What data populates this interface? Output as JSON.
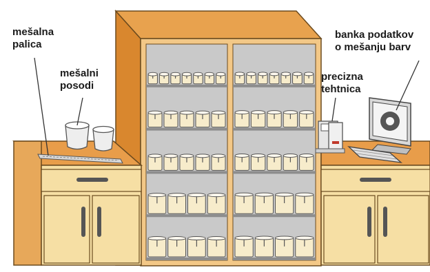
{
  "labels": {
    "mixing_stick": [
      "mešalna",
      "palica"
    ],
    "mixing_containers": [
      "mešalni",
      "posodi"
    ],
    "precision_scale": [
      "precizna",
      "tehtnica"
    ],
    "color_database": [
      "banka podatkov",
      "o mešanju barv"
    ]
  },
  "colors": {
    "cabinet_light": "#f6dfa4",
    "cabinet_mid": "#e8b866",
    "cabinet_side": "#d9872e",
    "countertop": "#e89d4a",
    "shelf_interior": "#c9c9c9",
    "tin": "#f7eccb",
    "outline": "#6b4a1e",
    "accent_red": "#c0392b"
  },
  "shelves": {
    "rows": 5,
    "columns_per_side": [
      7,
      5,
      5,
      4,
      4
    ],
    "sides": 2
  }
}
